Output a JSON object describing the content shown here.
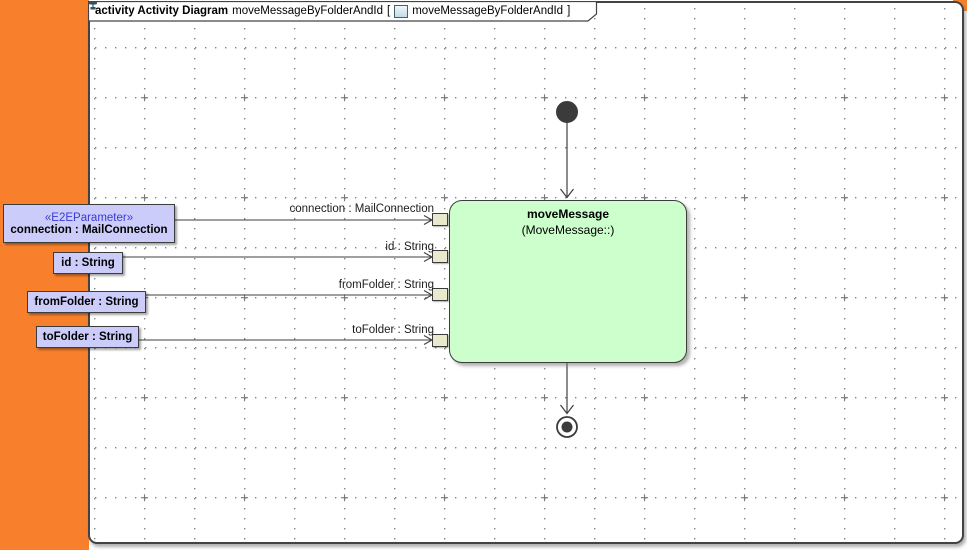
{
  "window": {
    "accent_color": "#f8802c"
  },
  "frame": {
    "keyword": "activity Activity Diagram",
    "diagram_name": "moveMessageByFolderAndId",
    "bracket_open": "[",
    "context_name": "moveMessageByFolderAndId",
    "bracket_close": "]",
    "icon": "activity-diagram-icon"
  },
  "action": {
    "name": "moveMessage",
    "classifier": "(MoveMessage::)",
    "fill": "#ccffcc"
  },
  "parameters": [
    {
      "stereotype": "«E2EParameter»",
      "name": "connection : MailConnection",
      "edge_label": "connection : MailConnection"
    },
    {
      "name": "id : String",
      "edge_label": "id : String"
    },
    {
      "name": "fromFolder : String",
      "edge_label": "fromFolder : String"
    },
    {
      "name": "toFolder : String",
      "edge_label": "toFolder : String"
    }
  ],
  "nodes": {
    "initial": "initial-node",
    "final": "activity-final-node"
  },
  "colors": {
    "accent_orange": "#f8802c",
    "action_fill": "#ccffcc",
    "parameter_fill": "#ccccfa",
    "stereotype_text": "#3939d8",
    "pin_fill": "#e9e9cd",
    "line": "#3f3f3f",
    "grid_dot": "#858585"
  }
}
